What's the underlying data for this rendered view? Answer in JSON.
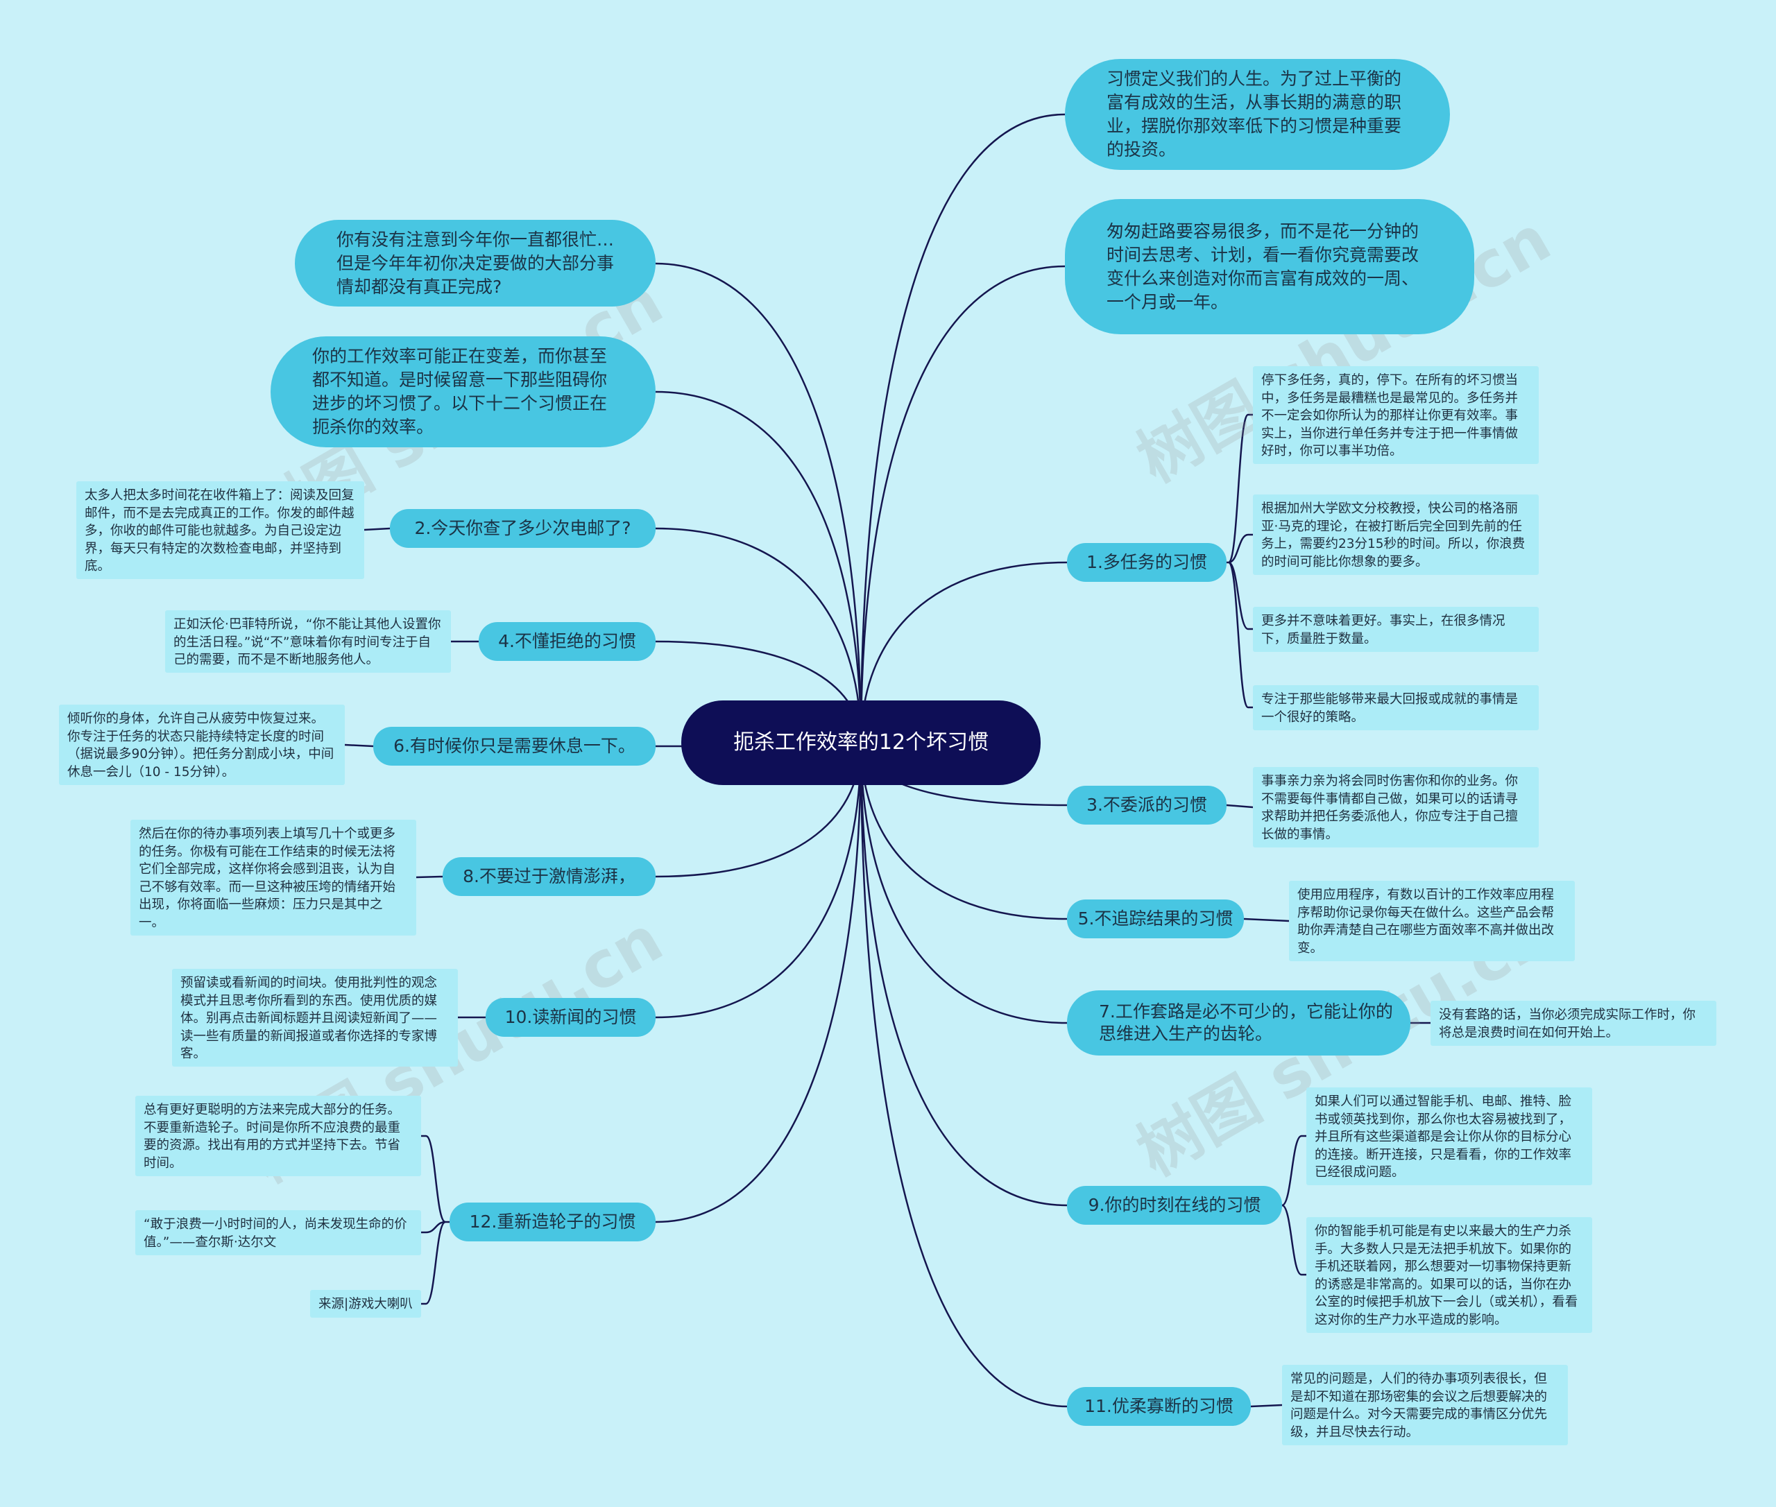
{
  "center": "扼杀工作效率的12个坏习惯",
  "intro": [
    "习惯定义我们的人生。为了过上平衡的富有成效的生活，从事长期的满意的职业，摆脱你那效率低下的习惯是种重要的投资。",
    "匆匆赶路要容易很多，而不是花一分钟的时间去思考、计划，看一看你究竟需要改变什么来创造对你而言富有成效的一周、一个月或一年。",
    "你有没有注意到今年你一直都很忙…但是今年年初你决定要做的大部分事情却都没有真正完成?",
    "你的工作效率可能正在变差，而你甚至都不知道。是时候留意一下那些阻碍你进步的坏习惯了。以下十二个习惯正在扼杀你的效率。"
  ],
  "habits": {
    "h1": "1.多任务的习惯",
    "h2": "2.今天你查了多少次电邮了?",
    "h3": "3.不委派的习惯",
    "h4": "4.不懂拒绝的习惯",
    "h5": "5.不追踪结果的习惯",
    "h6": "6.有时候你只是需要休息一下。",
    "h7": "7.工作套路是必不可少的，它能让你的思维进入生产的齿轮。",
    "h8": "8.不要过于激情澎湃，",
    "h9": "9.你的时刻在线的习惯",
    "h10": "10.读新闻的习惯",
    "h11": "11.优柔寡断的习惯",
    "h12": "12.重新造轮子的习惯"
  },
  "notes": {
    "h1": [
      "停下多任务，真的，停下。在所有的坏习惯当中，多任务是最糟糕也是最常见的。多任务并不一定会如你所认为的那样让你更有效率。事实上，当你进行单任务并专注于把一件事情做好时，你可以事半功倍。",
      "根据加州大学欧文分校教授，快公司的格洛丽亚·马克的理论，在被打断后完全回到先前的任务上，需要约23分15秒的时间。所以，你浪费的时间可能比你想象的要多。",
      "更多并不意味着更好。事实上，在很多情况下，质量胜于数量。",
      "专注于那些能够带来最大回报或成就的事情是一个很好的策略。"
    ],
    "h2": "太多人把太多时间花在收件箱上了：阅读及回复邮件，而不是去完成真正的工作。你发的邮件越多，你收的邮件可能也就越多。为自己设定边界，每天只有特定的次数检查电邮，并坚持到底。",
    "h3": "事事亲力亲为将会同时伤害你和你的业务。你不需要每件事情都自己做，如果可以的话请寻求帮助并把任务委派他人，你应专注于自己擅长做的事情。",
    "h4": "正如沃伦·巴菲特所说，“你不能让其他人设置你的生活日程。”说“不”意味着你有时间专注于自己的需要，而不是不断地服务他人。",
    "h5": "使用应用程序，有数以百计的工作效率应用程序帮助你记录你每天在做什么。这些产品会帮助你弄清楚自己在哪些方面效率不高并做出改变。",
    "h6": "倾听你的身体，允许自己从疲劳中恢复过来。你专注于任务的状态只能持续特定长度的时间（据说最多90分钟）。把任务分割成小块，中间休息一会儿（10 - 15分钟）。",
    "h7": "没有套路的话，当你必须完成实际工作时，你将总是浪费时间在如何开始上。",
    "h8": "然后在你的待办事项列表上填写几十个或更多的任务。你极有可能在工作结束的时候无法将它们全部完成，这样你将会感到沮丧，认为自己不够有效率。而一旦这种被压垮的情绪开始出现，你将面临一些麻烦：压力只是其中之一。",
    "h9": [
      "如果人们可以通过智能手机、电邮、推特、脸书或领英找到你，那么你也太容易被找到了，并且所有这些渠道都是会让你从你的目标分心的连接。断开连接，只是看看，你的工作效率已经很成问题。",
      "你的智能手机可能是有史以来最大的生产力杀手。大多数人只是无法把手机放下。如果你的手机还联着网，那么想要对一切事物保持更新的诱惑是非常高的。如果可以的话，当你在办公室的时候把手机放下一会儿（或关机），看看这对你的生产力水平造成的影响。"
    ],
    "h10": "预留读或看新闻的时间块。使用批判性的观念模式并且思考你所看到的东西。使用优质的媒体。别再点击新闻标题并且阅读短新闻了——读一些有质量的新闻报道或者你选择的专家博客。",
    "h11": "常见的问题是，人们的待办事项列表很长，但是却不知道在那场密集的会议之后想要解决的问题是什么。对今天需要完成的事情区分优先级，并且尽快去行动。",
    "h12": [
      "总有更好更聪明的方法来完成大部分的任务。不要重新造轮子。时间是你所不应浪费的最重要的资源。找出有用的方式并坚持下去。节省时间。",
      "“敢于浪费一小时时间的人，尚未发现生命的价值。”——查尔斯·达尔文",
      "来源|游戏大喇叭"
    ]
  },
  "colors": {
    "background": "#c9f1f9",
    "center": "#0e0e56",
    "topic": "#48c6e2",
    "note": "#acecf7",
    "line": "#14164f"
  }
}
